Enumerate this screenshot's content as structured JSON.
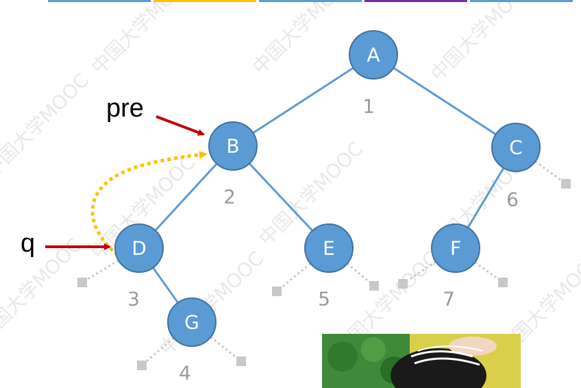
{
  "watermark": "中国大学MOOC",
  "colors": {
    "node_fill": "#5b9bd5",
    "node_stroke": "#41719c",
    "edge": "#5b9bd5",
    "null_link": "#c8c8c8",
    "pointer_arrow": "#c00000",
    "thread_arrow": "#ffc000",
    "order_text": "#9a9a9a"
  },
  "header_bar_colors": [
    "#5b9bd5",
    "#ffc000",
    "#5b9bd5",
    "#7030a0",
    "#5b9bd5"
  ],
  "nodes": [
    {
      "id": "A",
      "label": "A",
      "order": "1"
    },
    {
      "id": "B",
      "label": "B",
      "order": "2"
    },
    {
      "id": "C",
      "label": "C",
      "order": "6"
    },
    {
      "id": "D",
      "label": "D",
      "order": "3"
    },
    {
      "id": "E",
      "label": "E",
      "order": "5"
    },
    {
      "id": "F",
      "label": "F",
      "order": "7"
    },
    {
      "id": "G",
      "label": "G",
      "order": "4"
    }
  ],
  "edges": [
    [
      "A",
      "B"
    ],
    [
      "A",
      "C"
    ],
    [
      "B",
      "D"
    ],
    [
      "B",
      "E"
    ],
    [
      "C",
      "F"
    ],
    [
      "D",
      "G"
    ]
  ],
  "pointers": [
    {
      "label": "pre",
      "target": "B"
    },
    {
      "label": "q",
      "target": "D"
    }
  ],
  "thread": {
    "from": "D",
    "to": "B"
  }
}
